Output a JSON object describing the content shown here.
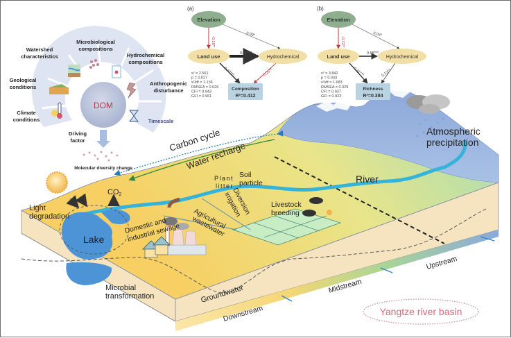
{
  "wheel": {
    "center_label": "DOM",
    "segments": [
      {
        "label_lines": [
          "Climate",
          "conditions"
        ],
        "icon": "thermometer-sun-icon"
      },
      {
        "label_lines": [
          "Geological",
          "conditions"
        ],
        "icon": "rock-layers-icon"
      },
      {
        "label_lines": [
          "Watershed",
          "characteristics"
        ],
        "icon": "watershed-icon"
      },
      {
        "label_lines": [
          "Microbiological",
          "compositions"
        ],
        "icon": "microbes-icon"
      },
      {
        "label_lines": [
          "Hydrochemical",
          "compositions"
        ],
        "icon": "lab-sheet-icon"
      },
      {
        "label_lines": [
          "Anthropogenic",
          "disturbance"
        ],
        "icon": "lightning-icon"
      },
      {
        "label_lines": [
          "Timescale"
        ],
        "icon": "hourglass-icon"
      }
    ],
    "driving_factor_lines": [
      "Driving",
      "factor"
    ],
    "output_label": "Molecular diversity change"
  },
  "sem_a": {
    "panel_label": "(a)",
    "nodes": {
      "elevation": "Elevation",
      "land_use": "Land use",
      "hydrochemical": "Hydrochemical",
      "target_title": "Composition",
      "target_r2": "R²=0.412"
    },
    "paths": {
      "elev_land": "-0.18**",
      "elev_hydro": "0.09*",
      "land_hydro": "0.95***",
      "land_target": "0.42***",
      "hydro_target": "-0.25**"
    },
    "stats": [
      "x² = 2.561",
      "p = 0.027",
      "x²/df = 1.136",
      "RMSEA = 0.026",
      "CFI = 0.943",
      "GFI = 0.961"
    ]
  },
  "sem_b": {
    "panel_label": "(b)",
    "nodes": {
      "elevation": "Elevation",
      "land_use": "Land use",
      "hydrochemical": "Hydrochemical",
      "target_title": "Richness",
      "target_r2": "R²=0.384"
    },
    "paths": {
      "elev_land": "-0.12**",
      "elev_hydro": "0.04*",
      "land_hydro": "0.58***",
      "land_target": "0.41***",
      "hydro_target": "0.13**"
    },
    "stats": [
      "x² = 3.842",
      "p = 0.033",
      "x²/df = 1.683",
      "RMSEA = 0.029",
      "CFI = 0.937",
      "GFI = 0.923"
    ]
  },
  "landscape": {
    "carbon_cycle": "Carbon cycle",
    "water_recharge": "Water recharge",
    "atmospheric_lines": [
      "Atmospheric",
      "precipitation"
    ],
    "river": "River",
    "soil_particle_lines": [
      "Soil",
      "particle"
    ],
    "plant_litter_lines": [
      "Plant",
      "litter"
    ],
    "diversion_lines": [
      "Diversion",
      "irrigation"
    ],
    "livestock_lines": [
      "Livestock",
      "breeding"
    ],
    "agri_lines": [
      "Agricultural",
      "wastewater"
    ],
    "sewage_lines": [
      "Domestic and",
      "industrial sewage"
    ],
    "co2": "CO",
    "co2_sub": "2",
    "light_lines": [
      "Light",
      "degradation"
    ],
    "lake": "Lake",
    "microbial_lines": [
      "Microbial",
      "transformation"
    ],
    "groundwater": "Groundwater",
    "downstream": "Downstream",
    "midstream": "Midstream",
    "upstream": "Upstream",
    "basin_label": "Yangtze river basin"
  },
  "colors": {
    "node_green": "#8fae8f",
    "node_tan": "#f1dfa6",
    "target_blue": "#b9d3e2",
    "negative_path": "#c0393b",
    "river": "#36b3d9",
    "basin_label": "#d66a77",
    "wheel_bg": "#dfe4f2",
    "dom": "#bcc5dc"
  }
}
